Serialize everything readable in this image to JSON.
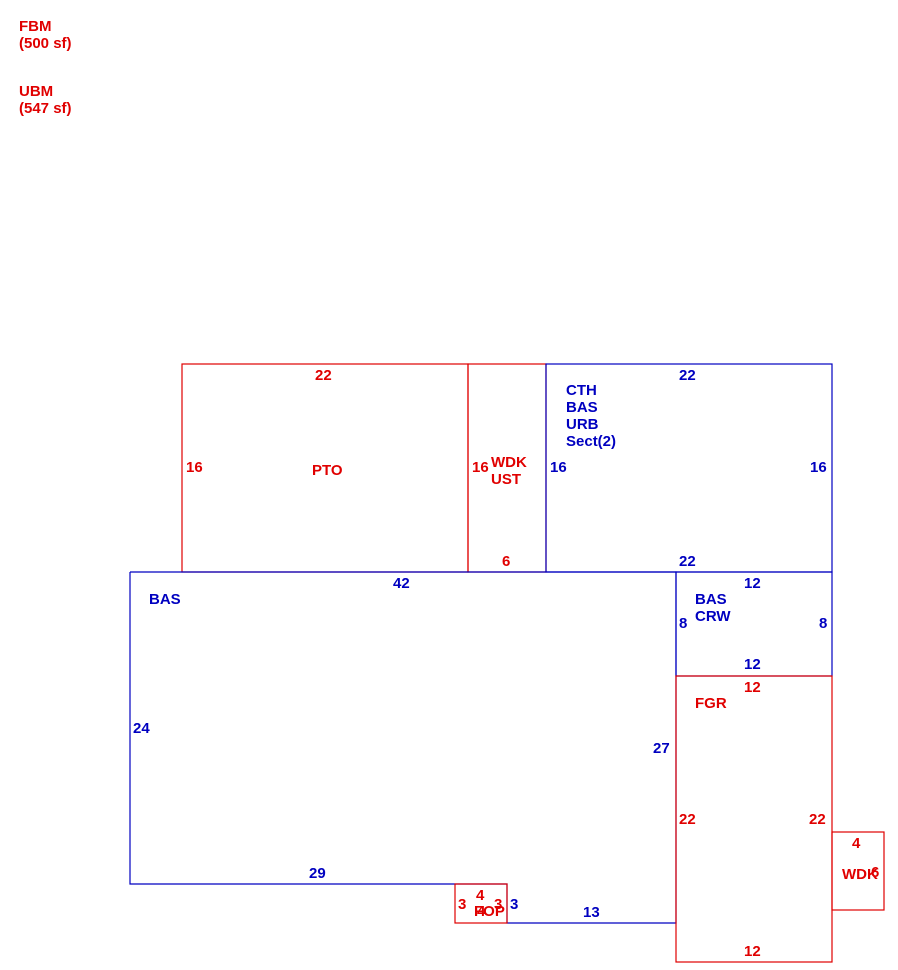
{
  "colors": {
    "red": "#e00000",
    "blue": "#0000c0"
  },
  "summary": [
    {
      "code": "FBM",
      "area": "(500 sf)"
    },
    {
      "code": "UBM",
      "area": "(547 sf)"
    }
  ],
  "areas": {
    "pto": {
      "labels": [
        "PTO"
      ],
      "dims": {
        "top": "22",
        "left": "16"
      }
    },
    "wdk_ust": {
      "labels": [
        "WDK",
        "UST"
      ],
      "dims": {
        "left": "16",
        "bottom": "6"
      }
    },
    "cth": {
      "labels": [
        "CTH",
        "BAS",
        "URB",
        "Sect(2)"
      ],
      "dims": {
        "top": "22",
        "left": "16",
        "right": "16",
        "bottom": "22"
      }
    },
    "bas_main": {
      "labels": [
        "BAS"
      ],
      "dims": {
        "top": "42",
        "left": "24",
        "bottom": "29",
        "right": "27",
        "bottom_right": "13",
        "step": "3"
      }
    },
    "bas_crw": {
      "labels": [
        "BAS",
        "CRW"
      ],
      "dims": {
        "top": "12",
        "left": "8",
        "right": "8",
        "bottom": "12"
      }
    },
    "fgr": {
      "labels": [
        "FGR"
      ],
      "dims": {
        "top": "12",
        "left": "22",
        "right": "22",
        "bottom": "12"
      }
    },
    "wdk_small": {
      "labels": [
        "WDK"
      ],
      "dims": {
        "top": "4",
        "right": "6"
      }
    },
    "porch": {
      "labels": [
        "FOP"
      ],
      "dims": {
        "top": "4",
        "left": "3",
        "right": "3",
        "bottom": "4"
      }
    }
  }
}
